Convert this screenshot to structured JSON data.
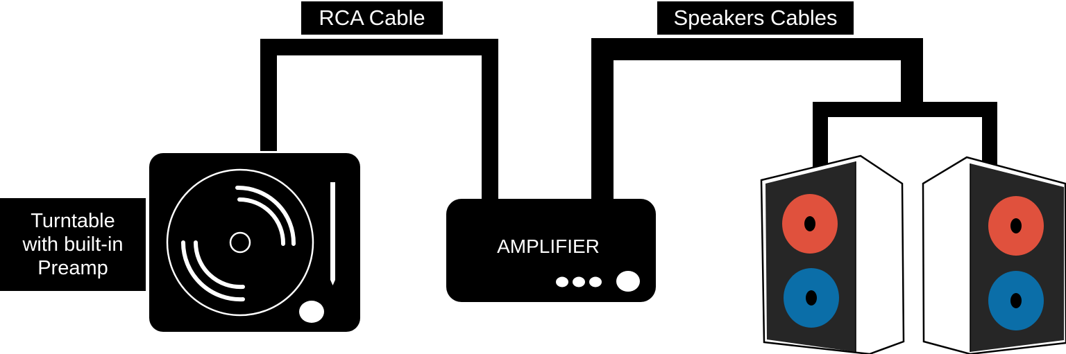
{
  "labels": {
    "rca_cable": "RCA Cable",
    "speakers_cables": "Speakers Cables",
    "turntable_line1": "Turntable",
    "turntable_line2": "with built-in",
    "turntable_line3": "Preamp",
    "amplifier": "AMPLIFIER"
  },
  "colors": {
    "device": "#000000",
    "speaker_panel": "#262626",
    "woofer_top": "#e0513d",
    "woofer_bottom": "#0b6ea8",
    "accent": "#ffffff"
  }
}
